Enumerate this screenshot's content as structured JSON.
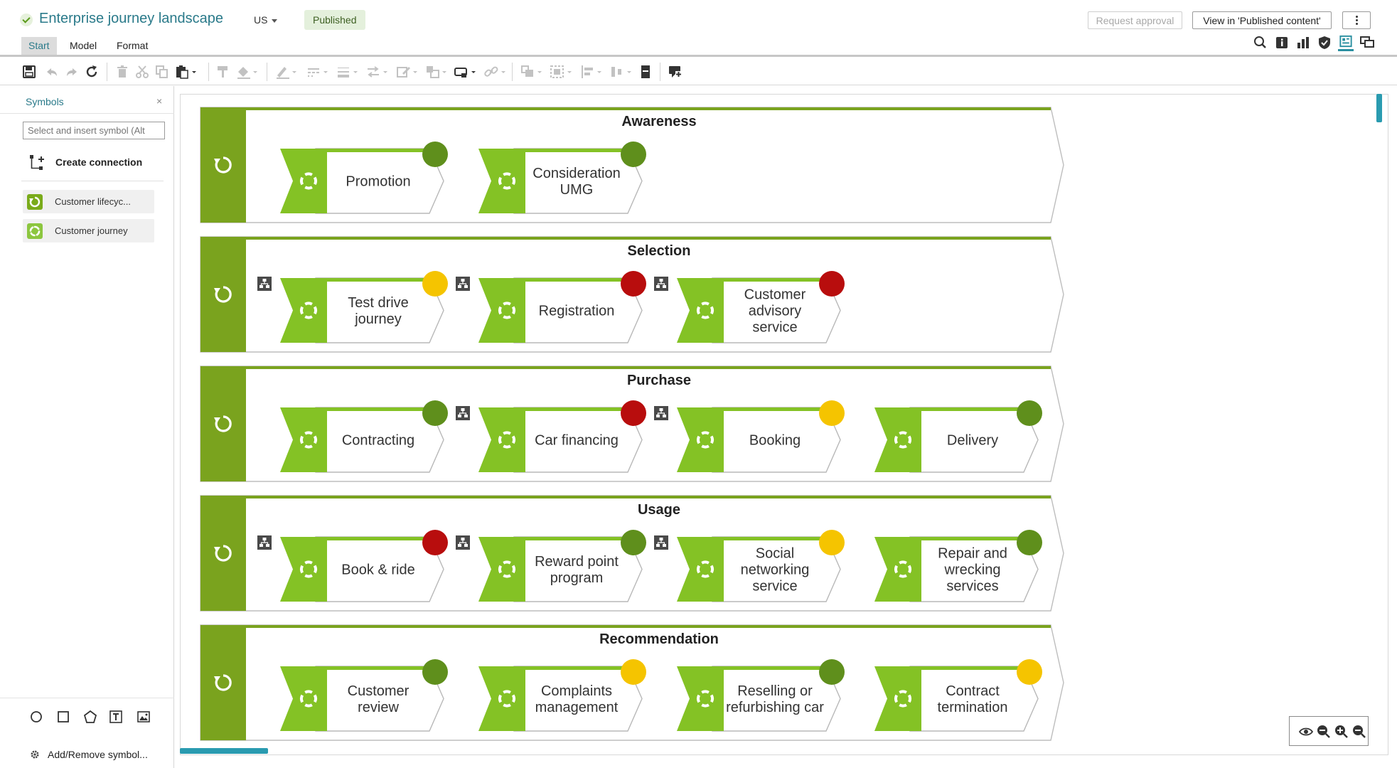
{
  "header": {
    "title": "Enterprise journey landscape",
    "language": "US",
    "status": "Published",
    "request_approval_label": "Request approval",
    "view_published_label": "View in 'Published content'",
    "tabs": [
      "Start",
      "Model",
      "Format"
    ],
    "active_tab": "Start",
    "view_icons": [
      "search-icon",
      "info-icon",
      "bar-chart-icon",
      "shield-icon",
      "properties-panel-icon",
      "comments-icon"
    ]
  },
  "toolbar": {
    "icons": [
      "save-icon",
      "undo-icon",
      "redo-icon",
      "refresh-icon",
      "delete-icon",
      "cut-icon",
      "copy-icon",
      "paste-icon",
      "format-painter-icon",
      "fill-color-icon",
      "line-color-icon",
      "line-style-icon",
      "line-weight-icon",
      "arrow-style-icon",
      "edit-shape-icon",
      "shape-style-icon",
      "shape-select-icon",
      "link-icon",
      "arrange-icon",
      "group-icon",
      "align-icon",
      "distribute-icon",
      "page-icon",
      "add-comment-icon"
    ]
  },
  "sidebar": {
    "title": "Symbols",
    "close_label": "×",
    "search_placeholder": "Select and insert symbol (Alt",
    "create_connection_label": "Create connection",
    "symbols": [
      {
        "label": "Customer lifecyc...",
        "color": "#7aab1a"
      },
      {
        "label": "Customer journey",
        "color": "#8cc63f"
      }
    ],
    "shape_tools": [
      "circle-icon",
      "square-icon",
      "pentagon-icon",
      "text-box-icon",
      "image-icon"
    ],
    "add_remove_label": "Add/Remove symbol..."
  },
  "colors": {
    "phase_green": "#7aa31e",
    "step_green": "#84c225",
    "status_green": "#5f8f1c",
    "status_yellow": "#f5c400",
    "status_red": "#b80d0d",
    "accent": "#2a8fa0"
  },
  "phases": [
    {
      "title": "Awareness",
      "steps": [
        {
          "label": [
            "Promotion"
          ],
          "status": "green",
          "linked": false
        },
        {
          "label": [
            "Consideration",
            "UMG"
          ],
          "status": "green",
          "linked": false
        }
      ]
    },
    {
      "title": "Selection",
      "steps": [
        {
          "label": [
            "Test drive",
            "journey"
          ],
          "status": "yellow",
          "linked": true
        },
        {
          "label": [
            "Registration"
          ],
          "status": "red",
          "linked": true
        },
        {
          "label": [
            "Customer",
            "advisory",
            "service"
          ],
          "status": "red",
          "linked": true
        }
      ]
    },
    {
      "title": "Purchase",
      "steps": [
        {
          "label": [
            "Contracting"
          ],
          "status": "green",
          "linked": false
        },
        {
          "label": [
            "Car financing"
          ],
          "status": "red",
          "linked": true
        },
        {
          "label": [
            "Booking"
          ],
          "status": "yellow",
          "linked": true
        },
        {
          "label": [
            "Delivery"
          ],
          "status": "green",
          "linked": false
        }
      ]
    },
    {
      "title": "Usage",
      "steps": [
        {
          "label": [
            "Book & ride"
          ],
          "status": "red",
          "linked": true
        },
        {
          "label": [
            "Reward point",
            "program"
          ],
          "status": "green",
          "linked": true
        },
        {
          "label": [
            "Social",
            "networking",
            "service"
          ],
          "status": "yellow",
          "linked": true
        },
        {
          "label": [
            "Repair and",
            "wrecking",
            "services"
          ],
          "status": "green",
          "linked": false
        }
      ]
    },
    {
      "title": "Recommendation",
      "steps": [
        {
          "label": [
            "Customer",
            "review"
          ],
          "status": "green",
          "linked": false
        },
        {
          "label": [
            "Complaints",
            "management"
          ],
          "status": "yellow",
          "linked": false
        },
        {
          "label": [
            "Reselling or",
            "refurbishing car"
          ],
          "status": "green",
          "linked": false
        },
        {
          "label": [
            "Contract",
            "termination"
          ],
          "status": "yellow",
          "linked": false
        }
      ]
    }
  ],
  "zoom_controls": [
    "preview-icon",
    "zoom-100-icon",
    "zoom-in-icon",
    "zoom-out-icon"
  ]
}
